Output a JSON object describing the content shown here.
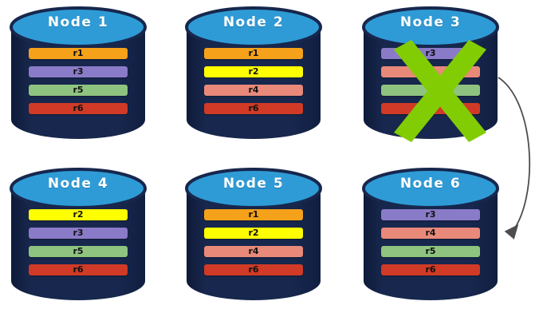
{
  "diagram": {
    "title": "Distributed node replication with failed node",
    "palette": {
      "background": "#ffffff",
      "cylinder_body": "#17274d",
      "cylinder_body_shade": "#0e1a38",
      "cylinder_top": "#2e9bd6",
      "cylinder_top_edge": "#17274d",
      "label_text": "#ffffff",
      "x_mark": "#82cc04",
      "arrow": "#4d4d4d",
      "record_text": "#111111"
    },
    "record_colors": {
      "r1": "#f5a11a",
      "r2": "#ffff00",
      "r3": "#8a7bc8",
      "r4": "#e8897a",
      "r5": "#8fc380",
      "r6": "#d03a26"
    }
  },
  "nodes": [
    {
      "id": "node-1",
      "label": "Node 1",
      "failed": false,
      "records": [
        {
          "id": "r1",
          "label": "r1",
          "color": "#f5a11a"
        },
        {
          "id": "r3",
          "label": "r3",
          "color": "#8a7bc8"
        },
        {
          "id": "r5",
          "label": "r5",
          "color": "#8fc380"
        },
        {
          "id": "r6",
          "label": "r6",
          "color": "#d03a26"
        }
      ]
    },
    {
      "id": "node-2",
      "label": "Node 2",
      "failed": false,
      "records": [
        {
          "id": "r1",
          "label": "r1",
          "color": "#f5a11a"
        },
        {
          "id": "r2",
          "label": "r2",
          "color": "#ffff00"
        },
        {
          "id": "r4",
          "label": "r4",
          "color": "#e8897a"
        },
        {
          "id": "r6",
          "label": "r6",
          "color": "#d03a26"
        }
      ]
    },
    {
      "id": "node-3",
      "label": "Node 3",
      "failed": true,
      "records": [
        {
          "id": "r3",
          "label": "r3",
          "color": "#8a7bc8"
        },
        {
          "id": "r4",
          "label": "",
          "color": "#e8897a"
        },
        {
          "id": "r5",
          "label": "",
          "color": "#8fc380"
        },
        {
          "id": "r6",
          "label": "",
          "color": "#d03a26"
        }
      ]
    },
    {
      "id": "node-4",
      "label": "Node 4",
      "failed": false,
      "records": [
        {
          "id": "r2",
          "label": "r2",
          "color": "#ffff00"
        },
        {
          "id": "r3",
          "label": "r3",
          "color": "#8a7bc8"
        },
        {
          "id": "r5",
          "label": "r5",
          "color": "#8fc380"
        },
        {
          "id": "r6",
          "label": "r6",
          "color": "#d03a26"
        }
      ]
    },
    {
      "id": "node-5",
      "label": "Node 5",
      "failed": false,
      "records": [
        {
          "id": "r1",
          "label": "r1",
          "color": "#f5a11a"
        },
        {
          "id": "r2",
          "label": "r2",
          "color": "#ffff00"
        },
        {
          "id": "r4",
          "label": "r4",
          "color": "#e8897a"
        },
        {
          "id": "r6",
          "label": "r6",
          "color": "#d03a26"
        }
      ]
    },
    {
      "id": "node-6",
      "label": "Node 6",
      "failed": false,
      "records": [
        {
          "id": "r3",
          "label": "r3",
          "color": "#8a7bc8"
        },
        {
          "id": "r4",
          "label": "r4",
          "color": "#e8897a"
        },
        {
          "id": "r5",
          "label": "r5",
          "color": "#8fc380"
        },
        {
          "id": "r6",
          "label": "r6",
          "color": "#d03a26"
        }
      ]
    }
  ],
  "connectors": [
    {
      "id": "failover-arrow",
      "from": "node-3",
      "to": "node-6",
      "label": "",
      "style": "curved-arrow",
      "color": "#4d4d4d"
    }
  ]
}
